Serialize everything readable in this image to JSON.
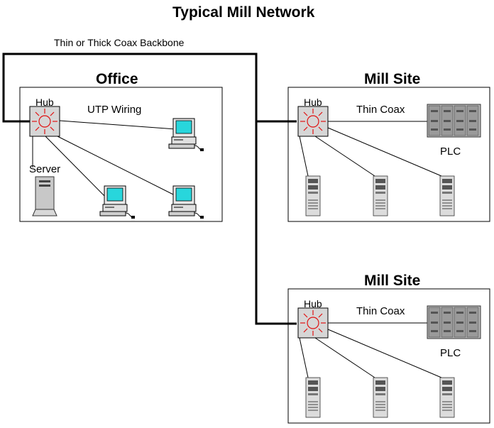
{
  "title": "Typical Mill Network",
  "backbone_label": "Thin or Thick Coax Backbone",
  "office": {
    "heading": "Office",
    "hub_label": "Hub",
    "wiring_label": "UTP Wiring",
    "server_label": "Server"
  },
  "mill_sites": [
    {
      "heading": "Mill Site",
      "hub_label": "Hub",
      "link_label": "Thin Coax",
      "plc_label": "PLC"
    },
    {
      "heading": "Mill Site",
      "hub_label": "Hub",
      "link_label": "Thin Coax",
      "plc_label": "PLC"
    }
  ]
}
